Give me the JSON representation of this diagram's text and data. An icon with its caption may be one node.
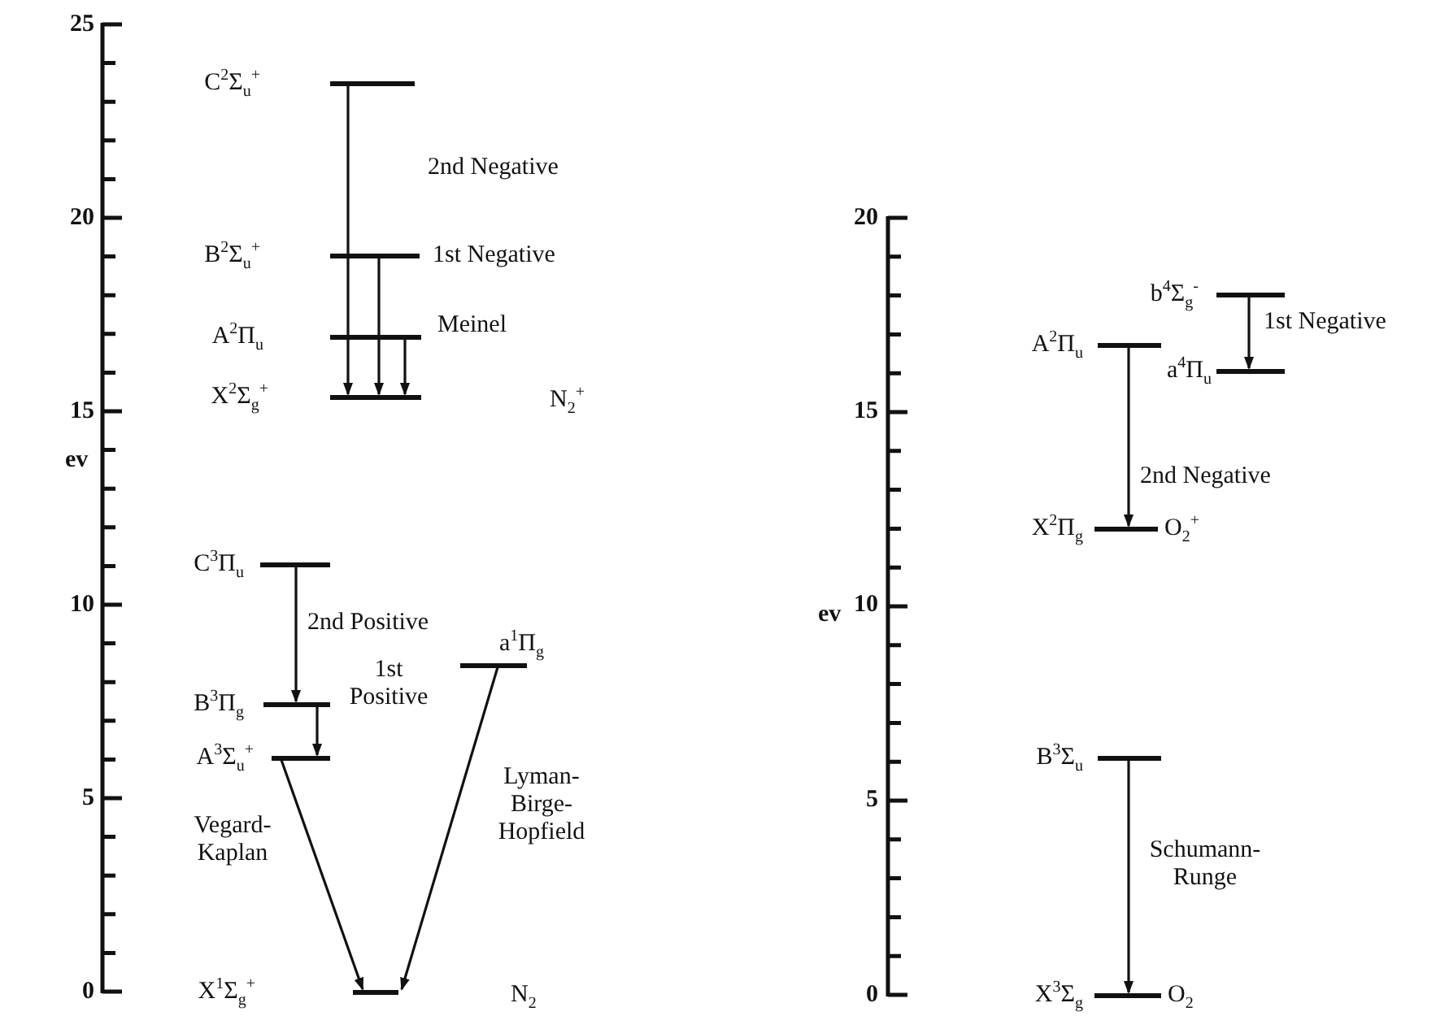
{
  "diagram": {
    "nodes": [
      {
        "text": [
          "C$^{2}$Σ$_{u}$$^{+}$"
        ]
      },
      {
        "text": [
          "B$^{2}$Σ$_{u}$$^{+}$"
        ]
      },
      {
        "text": [
          "A$^{2}$Π$_{u}$"
        ]
      },
      {
        "text": [
          "X$^{2}$Σ$_{g}$$^{+}$"
        ]
      },
      {
        "text": [
          "C$^{3}$Π$_{u}$"
        ]
      },
      {
        "text": [
          "B$^{3}$Π$_{g}$"
        ]
      },
      {
        "text": [
          "A$^{3}$Σ$_{u}$$^{+}$"
        ]
      },
      {
        "text": [
          "a$^{1}$Π$_{g}$"
        ]
      },
      {
        "text": [
          "X$^{1}$Σ$_{g}$$^{+}$"
        ]
      },
      {
        "text": [
          "b$^{4}$Σ$_{g}$$^{-}$"
        ]
      },
      {
        "text": [
          "A$^{2}$Π$_{u}$"
        ]
      },
      {
        "text": [
          "a$^{4}$Π$_{u}$"
        ]
      },
      {
        "text": [
          "X$^{2}$Π$_{g}$"
        ],
        "beside": [
          "O$_{2}$$^{+}$"
        ]
      },
      {
        "text": [
          "B$^{3}$Σ$_{u}$"
        ]
      },
      {
        "text": [
          "X$^{3}$Σ$_{g}$"
        ],
        "beside": [
          "O$_{2}$"
        ]
      }
    ],
    "edges": [
      {
        "from": 0,
        "to": 3,
        "arrow": "to",
        "label": "2nd Negative"
      },
      {
        "from": 1,
        "to": 3,
        "arrow": "to",
        "label": "1st Negative"
      },
      {
        "from": 2,
        "to": 3,
        "arrow": "to",
        "label": "Meinel"
      },
      {
        "from": 4,
        "to": 5,
        "arrow": "to",
        "label": "2nd Positive"
      },
      {
        "from": 5,
        "to": 6,
        "arrow": "to",
        "label": "1st Positive"
      },
      {
        "from": 6,
        "to": 8,
        "arrow": "to",
        "label": "Vegard-Kaplan"
      },
      {
        "from": 7,
        "to": 8,
        "arrow": "to",
        "label": "Lyman-Birge-Hopfield"
      },
      {
        "from": 9,
        "to": 11,
        "arrow": "to",
        "label": "1st Negative"
      },
      {
        "from": 10,
        "to": 12,
        "arrow": "to",
        "label": "2nd Negative"
      },
      {
        "from": 13,
        "to": 14,
        "arrow": "to",
        "label": "Schumann-Runge"
      }
    ],
    "labels": [
      "25",
      "20",
      "15",
      "ev",
      "10",
      "5",
      "0",
      "20",
      "15",
      "ev",
      "10",
      "5",
      "0",
      "N$_{2}$$^{+}$",
      "N$_{2}$"
    ]
  }
}
